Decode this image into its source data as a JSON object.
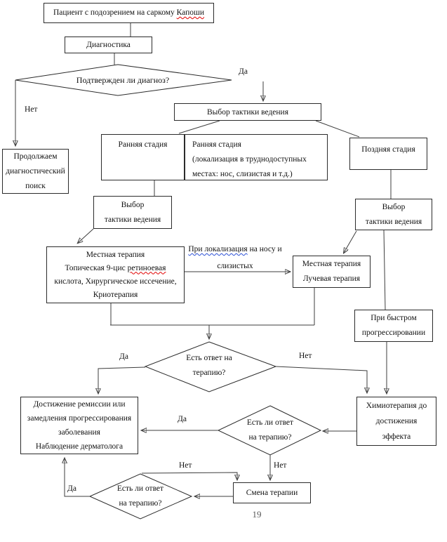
{
  "document": {
    "page_number": "19"
  },
  "colors": {
    "spellcheck_red": "#e00000",
    "grammar_blue": "#2a4fd6",
    "line": "#3e3e3e"
  },
  "nodes": {
    "patient_box": {
      "text": "Пациент с подозрением на саркому ",
      "misspelled": "Капоши"
    },
    "diagnostics_box": {
      "label": "Диагностика"
    },
    "confirm_diamond": {
      "label": "Подтвержден ли диагноз?"
    },
    "continue_box": {
      "line1": "Продолжаем",
      "line2": "диагностический",
      "line3": "поиск"
    },
    "tactic_top_box": {
      "label": "Выбор тактики ведения"
    },
    "early_stage_box": {
      "label": "Ранняя стадия"
    },
    "early_stage_hard_box": {
      "line1": "Ранняя стадия",
      "line2": "(локализация в труднодоступных",
      "line3": "местах: нос, слизистая и т.д.)"
    },
    "late_stage_box": {
      "label": "Поздняя стадия"
    },
    "tactic_left_box": {
      "line1": "Выбор",
      "line2": "тактики ведения"
    },
    "tactic_right_box": {
      "line1": "Выбор",
      "line2": "тактики ведения"
    },
    "local_therapy_box": {
      "line1": "Местная терапия",
      "line2_before": "Топическая 9-цис ",
      "line2_marked": "ретиноевая",
      "line3": "кислота, Хирургическое иссечение,",
      "line4": "Криотерапия"
    },
    "localization_note": {
      "line1_marked": "При локализация",
      "line1_rest": " на носу и",
      "line2": "слизистых"
    },
    "radiation_box": {
      "line1": "Местная терапия",
      "line2": "Лучевая терапия"
    },
    "rapid_box": {
      "line1": "При быстром",
      "line2": "прогрессировании"
    },
    "response_diamond_1": {
      "line1": "Есть ответ на",
      "line2": "терапию?"
    },
    "remission_box": {
      "line1": "Достижение ремиссии или",
      "line2": "замедления прогрессирования",
      "line3": "заболевания",
      "line4": "Наблюдение дерматолога"
    },
    "chemo_box": {
      "line1": "Химиотерапия до",
      "line2": "достижения",
      "line3": "эффекта"
    },
    "response_diamond_2": {
      "line1": "Есть ли ответ",
      "line2": "на терапию?"
    },
    "change_box": {
      "label": "Смена терапии"
    },
    "response_diamond_3": {
      "line1": "Есть ли ответ",
      "line2": "на терапию?"
    }
  },
  "labels": {
    "no_diagnosis": "Нет",
    "yes_diagnosis": "Да",
    "yes_response1": "Да",
    "no_response1": "Нет",
    "yes_response2": "Да",
    "no_response2": "Нет",
    "no_response3": "Нет",
    "yes_response3": "Да"
  }
}
